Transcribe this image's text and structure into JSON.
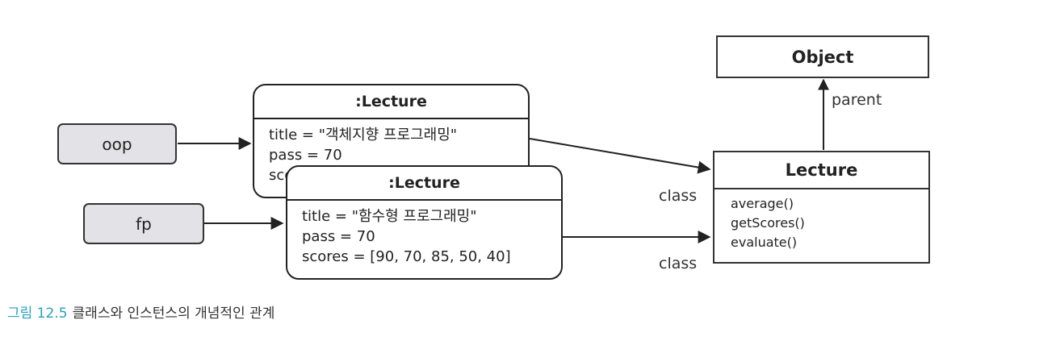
{
  "variables": [
    {
      "name": "oop"
    },
    {
      "name": "fp"
    }
  ],
  "instances": [
    {
      "header": ":Lecture",
      "fields": [
        "title = \"객체지향 프로그래밍\"",
        "pass = 70",
        "scores"
      ]
    },
    {
      "header": ":Lecture",
      "fields": [
        "title = \"함수형 프로그래밍\"",
        "pass = 70",
        "scores = [90, 70, 85, 50, 40]"
      ]
    }
  ],
  "object_box": {
    "label": "Object"
  },
  "class_box": {
    "name": "Lecture",
    "methods": [
      "average()",
      "getScores()",
      "evaluate()"
    ]
  },
  "edge_labels": {
    "parent": "parent",
    "class_1": "class",
    "class_2": "class"
  },
  "caption": {
    "number": "그림 12.5",
    "text": "클래스와 인스턴스의 개념적인 관계"
  },
  "colors": {
    "variable_fill": "#e2e2e7",
    "caption_number": "#2a9fb8",
    "stroke": "#222222"
  }
}
